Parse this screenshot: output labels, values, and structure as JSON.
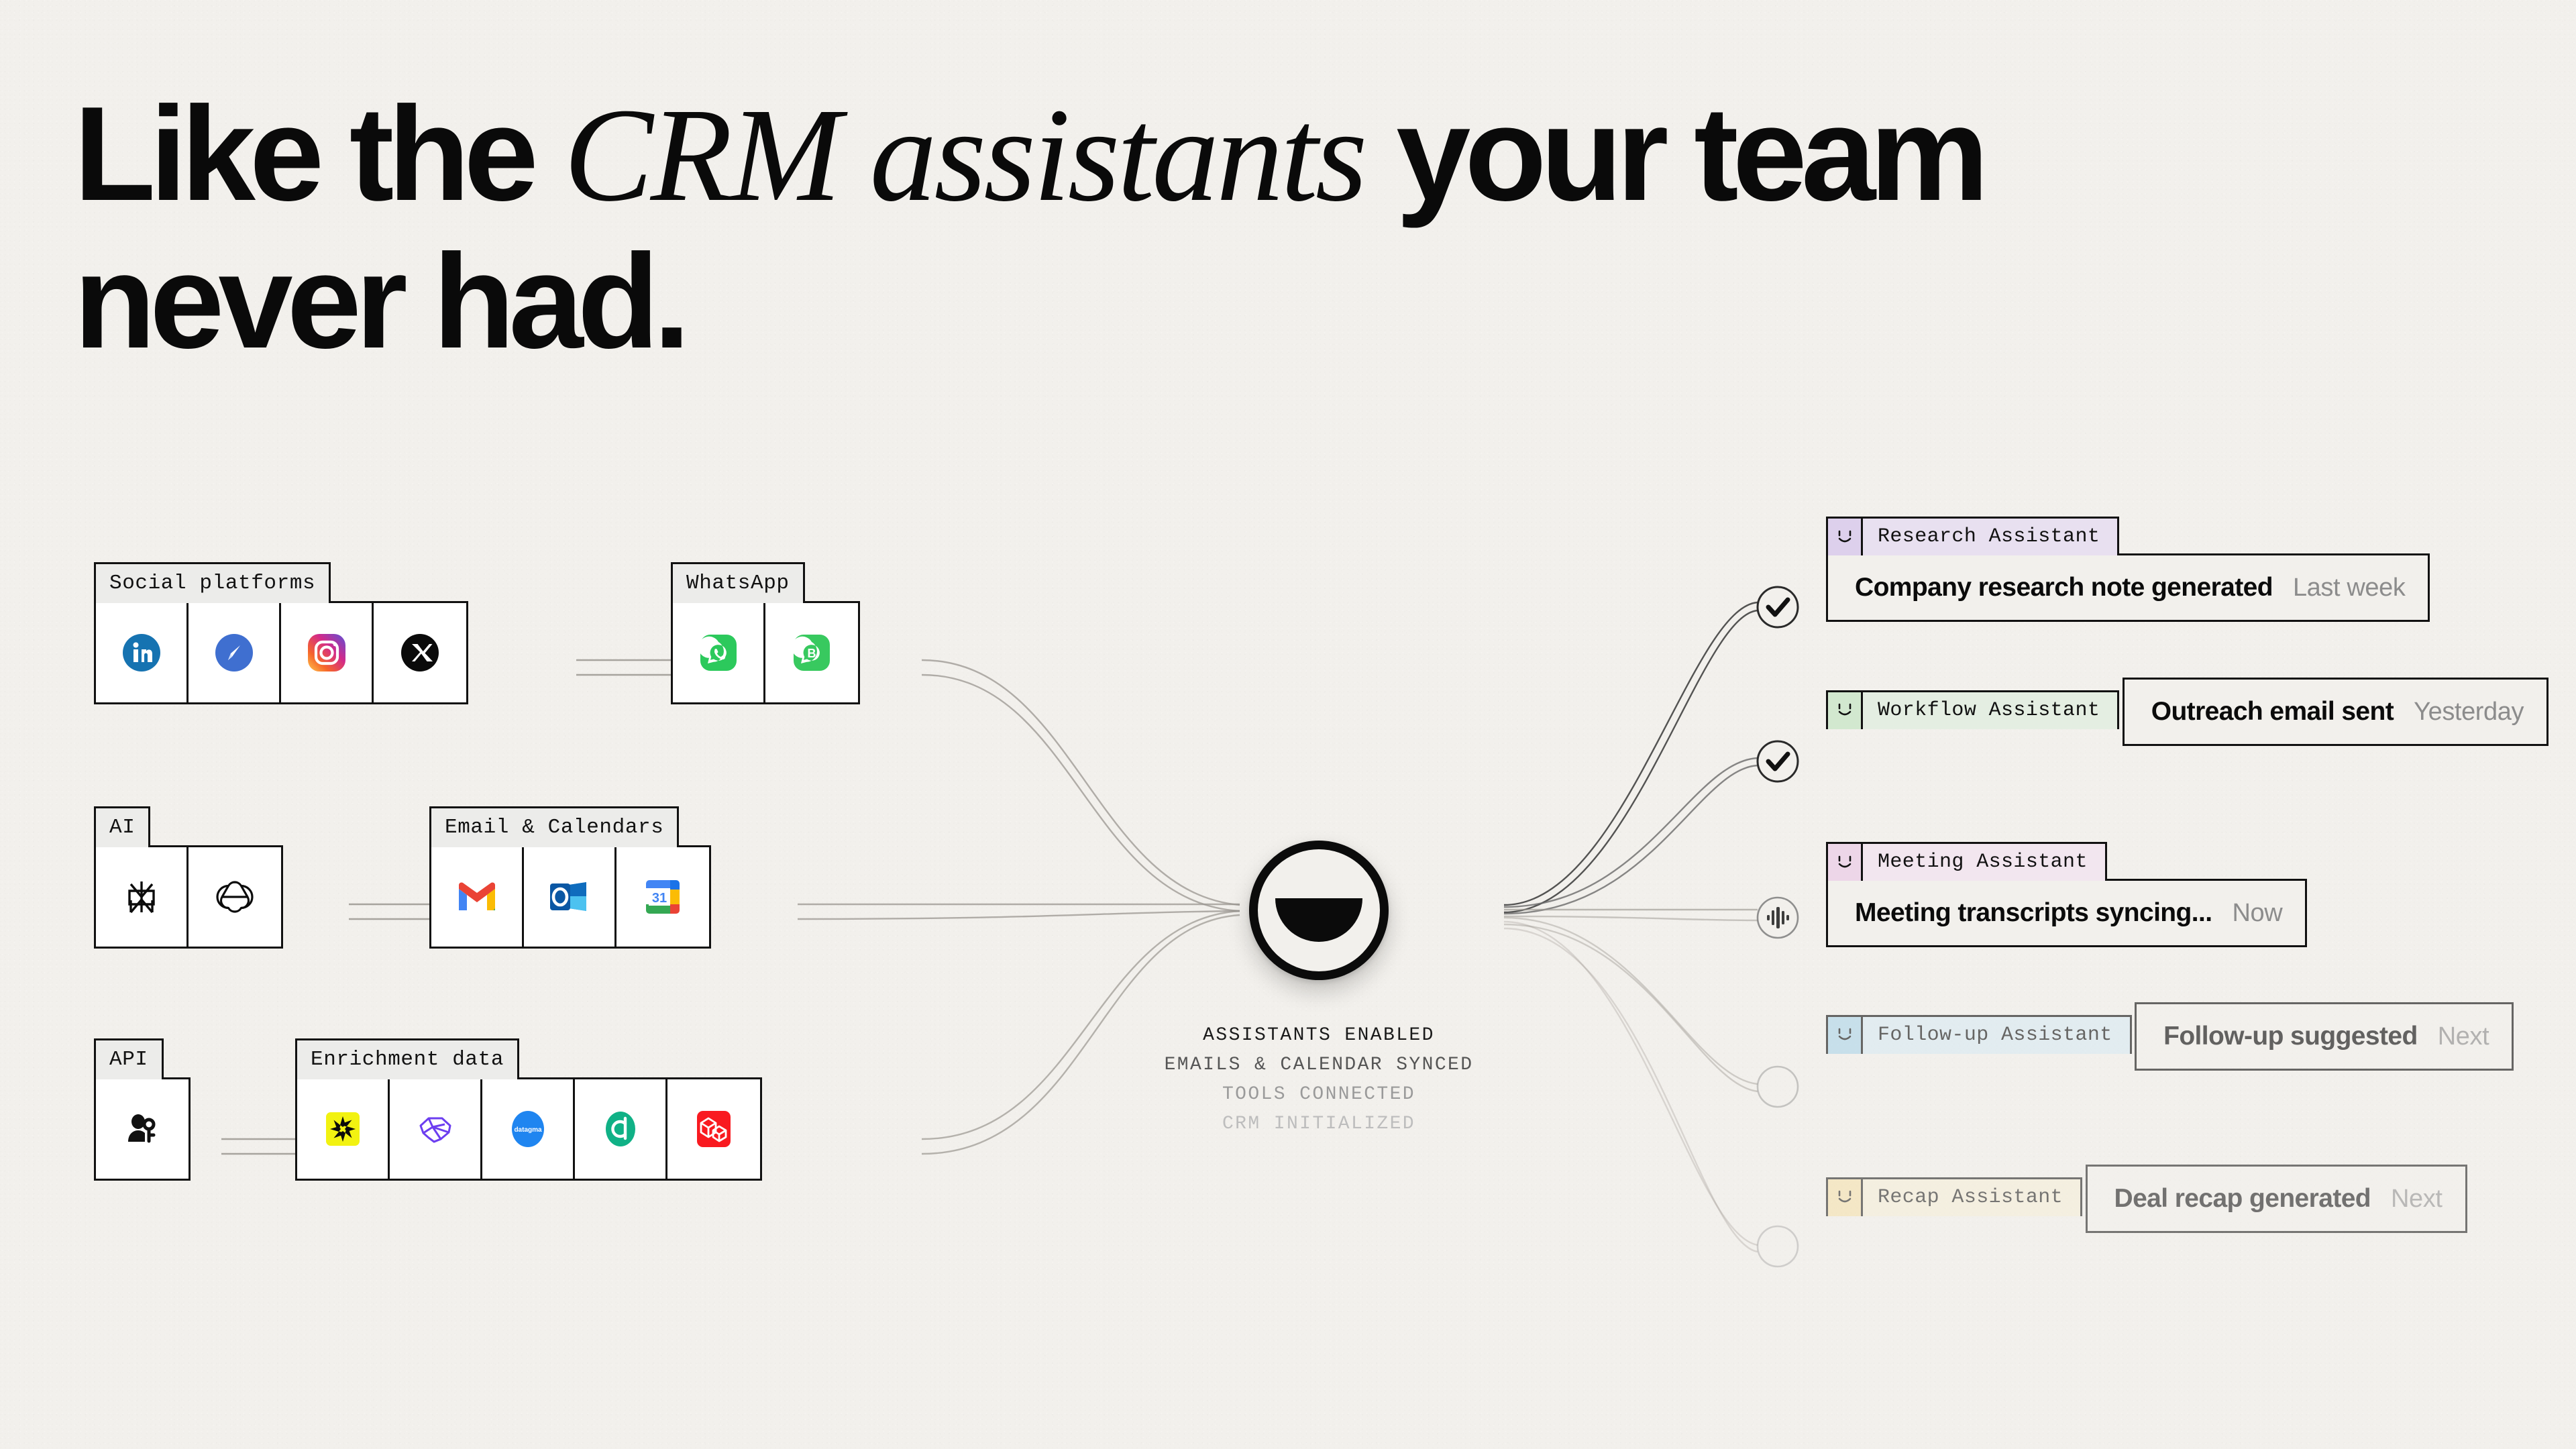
{
  "headline": {
    "part1": "Like the ",
    "emphasis": "CRM assistants",
    "part2": " your team",
    "line2": "never had."
  },
  "hub": {
    "icon": "smiley-face-icon",
    "status_lines": [
      "ASSISTANTS ENABLED",
      "EMAILS & CALENDAR SYNCED",
      "TOOLS CONNECTED",
      "CRM INITIALIZED"
    ]
  },
  "source_groups": [
    {
      "label": "Social platforms",
      "items": [
        {
          "name": "linkedin-icon",
          "title": "LinkedIn"
        },
        {
          "name": "navigator-compass-icon",
          "title": "Navigator"
        },
        {
          "name": "instagram-icon",
          "title": "Instagram"
        },
        {
          "name": "x-twitter-icon",
          "title": "X"
        }
      ]
    },
    {
      "label": "WhatsApp",
      "items": [
        {
          "name": "whatsapp-icon",
          "title": "WhatsApp"
        },
        {
          "name": "whatsapp-business-icon",
          "title": "WhatsApp Business"
        }
      ]
    },
    {
      "label": "AI",
      "items": [
        {
          "name": "mistral-star-icon",
          "title": "AI model"
        },
        {
          "name": "openai-icon",
          "title": "OpenAI"
        }
      ]
    },
    {
      "label": "Email & Calendars",
      "items": [
        {
          "name": "gmail-icon",
          "title": "Gmail"
        },
        {
          "name": "outlook-icon",
          "title": "Outlook"
        },
        {
          "name": "google-calendar-icon",
          "title": "Google Calendar"
        }
      ]
    },
    {
      "label": "API",
      "items": [
        {
          "name": "user-key-icon",
          "title": "API access"
        }
      ]
    },
    {
      "label": "Enrichment data",
      "items": [
        {
          "name": "clay-burst-icon",
          "title": "Clay"
        },
        {
          "name": "brain-origami-icon",
          "title": "Enrichment"
        },
        {
          "name": "datagma-icon",
          "title": "datagma",
          "label": "datagma"
        },
        {
          "name": "dropcontact-icon",
          "title": "Dropcontact"
        },
        {
          "name": "cube-stack-icon",
          "title": "Data cube"
        }
      ]
    }
  ],
  "assistants": [
    {
      "title": "Research Assistant",
      "icon": "smiley-face-icon",
      "header_color": "#e8e0f0",
      "swatch_color": "#ddd0ec",
      "message": "Company research note generated",
      "when": "Last week",
      "status": "check"
    },
    {
      "title": "Workflow Assistant",
      "icon": "smiley-face-icon",
      "header_color": "#e4eee2",
      "swatch_color": "#d2e8cf",
      "message": "Outreach email sent",
      "when": "Yesterday",
      "status": "check"
    },
    {
      "title": "Meeting Assistant",
      "icon": "smiley-face-icon",
      "header_color": "#f2e6ef",
      "swatch_color": "#edd6e8",
      "message": "Meeting transcripts syncing...",
      "when": "Now",
      "status": "waveform"
    },
    {
      "title": "Follow-up Assistant",
      "icon": "smiley-face-icon",
      "header_color": "#d9eaf3",
      "swatch_color": "#aed6ea",
      "message": "Follow-up suggested",
      "when": "Next",
      "status": "empty"
    },
    {
      "title": "Recap Assistant",
      "icon": "smiley-face-icon",
      "header_color": "#f7efd8",
      "swatch_color": "#f6e1a8",
      "message": "Deal recap generated",
      "when": "Next",
      "status": "empty"
    }
  ],
  "colors": {
    "background": "#f2f0ec",
    "ink": "#111111",
    "muted": "#8c8c8c",
    "card_surface": "#f2f0ec",
    "label_surface": "#ececea"
  }
}
